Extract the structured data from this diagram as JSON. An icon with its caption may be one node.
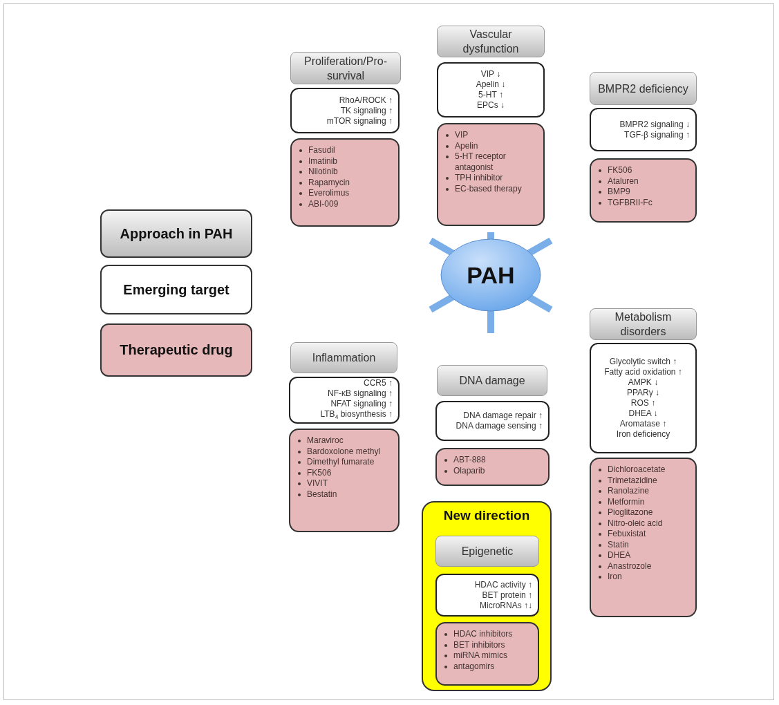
{
  "diagram": {
    "nodes": [
      {
        "text": [
          "Approach in PAH"
        ]
      },
      {
        "text": [
          "Emerging target"
        ]
      },
      {
        "text": [
          "Therapeutic drug"
        ]
      },
      {
        "text": [
          "Proliferation/Pro-survival"
        ]
      },
      {
        "text": [
          "RhoA/ROCK ↑",
          "TK signaling ↑",
          "mTOR signaling ↑"
        ]
      },
      {
        "text": [
          "Fasudil",
          "Imatinib",
          "Nilotinib",
          "Rapamycin",
          "Everolimus",
          "ABI-009"
        ]
      },
      {
        "text": [
          "Vascular dysfunction"
        ]
      },
      {
        "text": [
          "VIP ↓",
          "Apelin ↓",
          "5-HT ↑",
          "EPCs ↓"
        ]
      },
      {
        "text": [
          "VIP",
          "Apelin",
          "5-HT receptor antagonist",
          "TPH inhibitor",
          "EC-based therapy"
        ]
      },
      {
        "text": [
          "BMPR2 deficiency"
        ]
      },
      {
        "text": [
          "BMPR2 signaling ↓",
          "TGF-β signaling ↑"
        ]
      },
      {
        "text": [
          "FK506",
          "Ataluren",
          "BMP9",
          "TGFBRII-Fc"
        ]
      },
      {
        "text": [
          "PAH"
        ]
      },
      {
        "text": [
          "Inflammation"
        ]
      },
      {
        "text": [
          "CCR5 ↑",
          "NF-κB signaling ↑",
          "NFAT signaling ↑",
          "LTB$_{4}$ biosynthesis ↑"
        ]
      },
      {
        "text": [
          "Maraviroc",
          "Bardoxolone methyl",
          "Dimethyl fumarate",
          "FK506",
          "VIVIT",
          "Bestatin"
        ]
      },
      {
        "text": [
          "DNA damage"
        ]
      },
      {
        "text": [
          "DNA damage repair ↑",
          "DNA damage sensing ↑"
        ]
      },
      {
        "text": [
          "ABT-888",
          "Olaparib"
        ]
      },
      {
        "text": [
          "New direction"
        ]
      },
      {
        "text": [
          "Epigenetic"
        ],
        "in": 19
      },
      {
        "text": [
          "HDAC activity ↑",
          "BET protein ↑",
          "MicroRNAs ↑↓"
        ],
        "in": 19
      },
      {
        "text": [
          "HDAC inhibitors",
          "BET inhibitors",
          "miRNA mimics",
          "antagomirs"
        ],
        "in": 19
      },
      {
        "text": [
          "Metabolism disorders"
        ]
      },
      {
        "text": [
          "Glycolytic switch ↑",
          "Fatty acid oxidation ↑",
          "AMPK ↓",
          "PPARγ ↓",
          "ROS ↑",
          "DHEA ↓",
          "Aromatase ↑",
          "Iron deficiency"
        ]
      },
      {
        "text": [
          "Dichloroacetate",
          "Trimetazidine",
          "Ranolazine",
          "Metformin",
          "Pioglitazone",
          "Nitro-oleic acid",
          "Febuxistat",
          "Statin",
          "DHEA",
          "Anastrozole",
          "Iron"
        ]
      }
    ]
  }
}
